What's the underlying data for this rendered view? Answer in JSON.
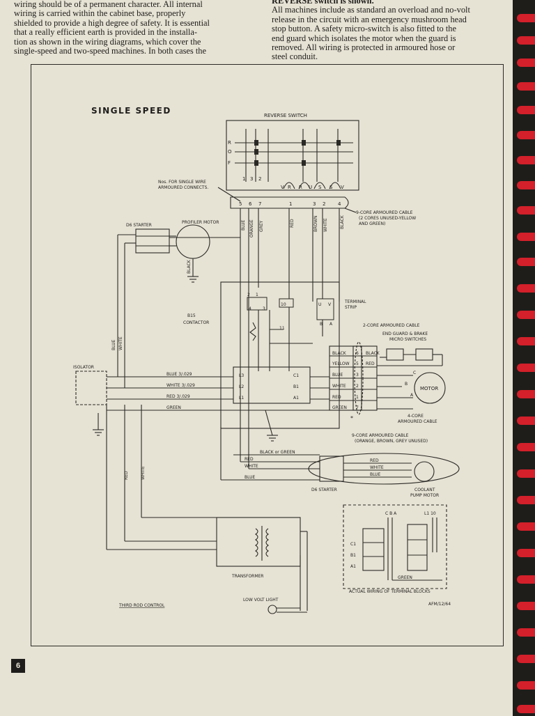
{
  "text_columns": {
    "left": [
      "wiring should be of a permanent character. All internal",
      "wiring is carried within the cabinet base, properly",
      "shielded to provide a high degree of safety. It is essential",
      "that a really efficient earth is provided in the installa-",
      "tion as shown in the wiring diagrams, which cover the",
      "single-speed and two-speed machines. In both cases the"
    ],
    "right": [
      "REVERSE switch is shown.",
      "All machines include as standard an overload and no-volt",
      "release in the circuit with an emergency mushroom head",
      "stop button. A safety micro-switch is also fitted to the",
      "end guard which isolates the motor when the guard is",
      "removed. All wiring is protected in armoured hose or",
      "steel conduit."
    ]
  },
  "diagram": {
    "title": "SINGLE SPEED",
    "reverse_switch": "REVERSE SWITCH",
    "switch_rows": [
      "R",
      "O",
      "F"
    ],
    "switch_numbers": [
      "1",
      "3",
      "2"
    ],
    "switch_terminals": [
      "V",
      "R",
      "R",
      "U",
      "S",
      "S",
      "V"
    ],
    "wire_note": [
      "Nos. FOR SINGLE WIRE",
      "ARMOURED CONNECTS."
    ],
    "conduit_numbers": [
      "5",
      "6",
      "7",
      "1",
      "3",
      "2",
      "4"
    ],
    "cable_9core_top": [
      "9-CORE ARMOURED CABLE",
      "(2 CORES UNUSED-YELLOW",
      "AND GREEN)"
    ],
    "d6_starter_top": "D6 STARTER",
    "profiler_motor": "PROFILER MOTOR",
    "wire_colors_vertical": [
      "BLUE",
      "ORANGE",
      "GREY",
      "RED",
      "BROWN",
      "WHITE",
      "BLACK"
    ],
    "black_earth": "BLACK",
    "terminal_strip": [
      "TERMINAL",
      "STRIP"
    ],
    "contactor": [
      "B15",
      "CONTACTOR"
    ],
    "contactor_terminals": [
      "2",
      "1",
      "3",
      "4",
      "10",
      "11",
      "U",
      "V",
      "B",
      "A"
    ],
    "cable_2core": "2-CORE ARMOURED CABLE",
    "end_guard": [
      "END GUARD & BRAKE",
      "MICRO SWITCHES"
    ],
    "isolator": "ISOLATOR",
    "isolator_wires": [
      "BLUE",
      "WHITE"
    ],
    "main_wires": [
      "BLUE 3/.029",
      "WHITE 3/.029",
      "RED 3/.029",
      "GREEN"
    ],
    "contactor_lines": [
      "L3",
      "L2",
      "L1",
      "C1",
      "B1",
      "A1"
    ],
    "terminal_rows": [
      {
        "left": "BLACK",
        "num": "6",
        "right": "BLACK"
      },
      {
        "left": "YELLOW",
        "num": "5",
        "right": "RED"
      },
      {
        "left": "BLUE",
        "num": "3",
        "right": ""
      },
      {
        "left": "WHITE",
        "num": "2",
        "right": ""
      },
      {
        "left": "RED",
        "num": "1",
        "right": ""
      },
      {
        "left": "GREEN",
        "num": "7",
        "right": ""
      }
    ],
    "motor": "MOTOR",
    "motor_terminals": [
      "C",
      "B",
      "A"
    ],
    "cable_4core": [
      "4-CORE",
      "ARMOURED CABLE"
    ],
    "cable_9core_bottom": [
      "9-CORE ARMOURED CABLE",
      "(ORANGE, BROWN, GREY UNUSED)"
    ],
    "pump_wires_left": [
      "BLACK or GREEN",
      "RED",
      "WHITE",
      "BLUE"
    ],
    "pump_wires_right": [
      "RED",
      "WHITE",
      "BLUE"
    ],
    "d6_starter_bottom": "D6 STARTER",
    "coolant_pump": [
      "COOLANT",
      "PUMP MOTOR"
    ],
    "vertical_wires_left": [
      "BLUE",
      "WHITE",
      "RED",
      "WHITE"
    ],
    "transformer": "TRANSFORMER",
    "low_volt_light": "LOW VOLT LIGHT",
    "third_rod": "THIRD ROD CONTROL",
    "inset_labels": [
      "C B A",
      "L1 10",
      "C1",
      "B1",
      "A1",
      "GREEN"
    ],
    "inset_caption": "ACTUAL WIRING OF TERMINAL BLOCKS",
    "ref_code": "AFM/12/64"
  },
  "page_number": "6",
  "colors": {
    "paper": "#e6e2d4",
    "ink": "#1e1d1b",
    "binding_ring": "#d3202a"
  }
}
